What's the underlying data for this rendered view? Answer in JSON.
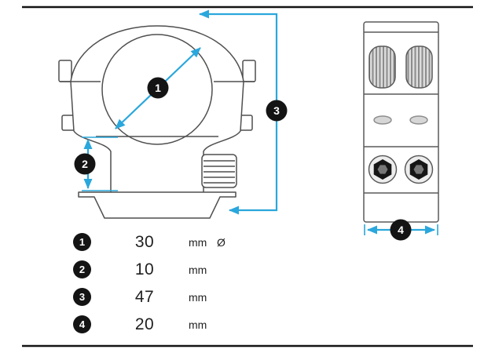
{
  "colors": {
    "accent": "#2aa7dc",
    "line": "#4f4f4f",
    "ink": "#141414",
    "background": "#ffffff"
  },
  "markers": {
    "m1": "1",
    "m2": "2",
    "m3": "3",
    "m4": "4"
  },
  "legend": {
    "rows": [
      {
        "num": "1",
        "value": "30",
        "unit": "mm",
        "suffix": "Ø"
      },
      {
        "num": "2",
        "value": "10",
        "unit": "mm",
        "suffix": ""
      },
      {
        "num": "3",
        "value": "47",
        "unit": "mm",
        "suffix": ""
      },
      {
        "num": "4",
        "value": "20",
        "unit": "mm",
        "suffix": ""
      }
    ]
  }
}
